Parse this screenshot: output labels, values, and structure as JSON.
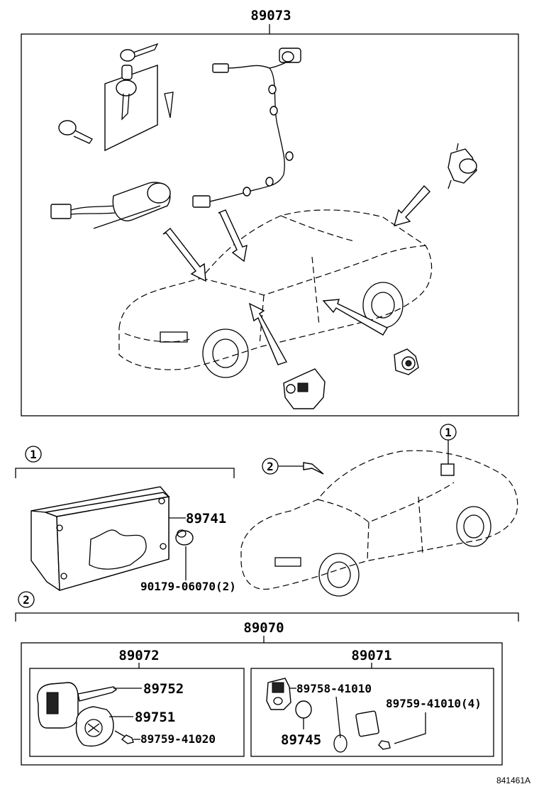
{
  "labels": {
    "assembly_top": "89073",
    "callout_1_left": "1",
    "callout_1_right": "1",
    "callout_2_car": "2",
    "callout_2_section": "2",
    "ecu": "89741",
    "clip": "90179-06070(2)",
    "kit": "89070",
    "key_set": "89072",
    "lock_set": "89071",
    "key_blank": "89752",
    "key_transmitter": "89751",
    "key_screw": "89759-41020",
    "lock_part_a": "89758-41010",
    "lock_screw": "89759-41010(4)",
    "lock_part_b": "89745",
    "diagram_id": "841461A"
  }
}
